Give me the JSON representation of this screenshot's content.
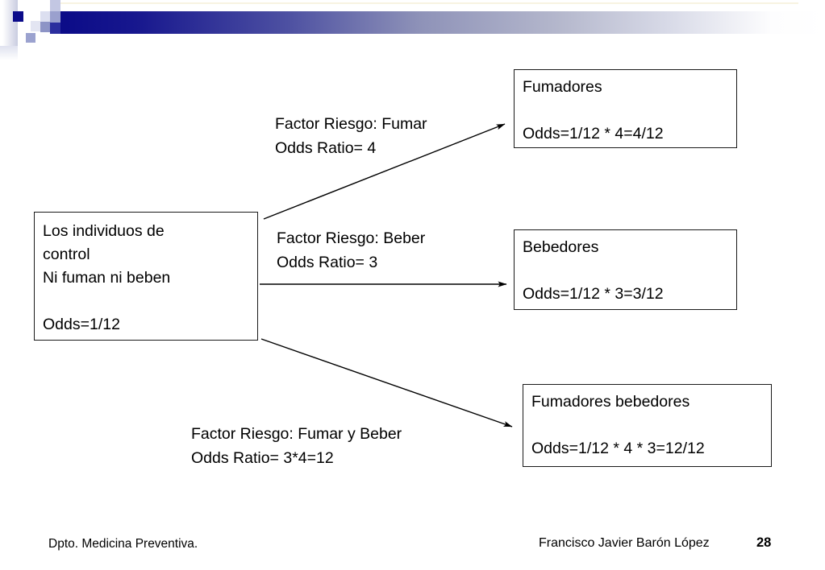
{
  "boxes": {
    "control": {
      "lines": [
        "Los individuos de",
        "control",
        "Ni fuman ni beben"
      ],
      "odds": "Odds=1/12"
    },
    "smokers": {
      "title": "Fumadores",
      "odds": "Odds=1/12 * 4=4/12"
    },
    "drinkers": {
      "title": "Bebedores",
      "odds": "Odds=1/12 * 3=3/12"
    },
    "smokers_drinkers": {
      "title": "Fumadores bebedores",
      "odds": "Odds=1/12 * 4 * 3=12/12"
    }
  },
  "labels": {
    "smoking": {
      "line1": "Factor Riesgo: Fumar",
      "line2": "Odds Ratio= 4"
    },
    "drinking": {
      "line1": "Factor Riesgo: Beber",
      "line2": "Odds Ratio= 3"
    },
    "both": {
      "line1": "Factor Riesgo: Fumar y Beber",
      "line2": "Odds Ratio= 3*4=12"
    }
  },
  "footer": {
    "department": "Dpto. Medicina Preventiva.",
    "author": "Francisco Javier Barón López",
    "page_number": "28"
  },
  "decoration": {
    "accent_navy": "#0b0b88",
    "bar_gradient": [
      "#0b0b88 0%",
      "#17178e 10%",
      "#4e51a2 30%",
      "#8e92b8 47%",
      "#b4b7cc 65%",
      "#d9dbe8 80%",
      "#fdfdfe 93%",
      "#ffffff 100%"
    ],
    "square_colors": [
      "#0b0b8a",
      "#c3c7e3",
      "#dcdff0",
      "#9aa0ce",
      "#e3e5f2",
      "#8d94c6",
      "#2b2e9e",
      "#9ba2cf"
    ],
    "arrow_color": "#000000",
    "box_border_color": "#1a1a1a"
  }
}
